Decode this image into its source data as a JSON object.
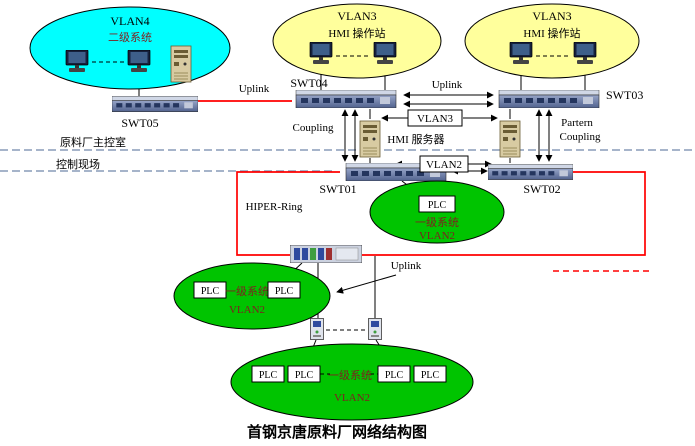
{
  "diagram_title": "首钢京唐原料厂网络结构图",
  "areas": {
    "main_control_room": "原料厂主控室",
    "control_site": "控制现场"
  },
  "zones": {
    "vlan4": {
      "name": "VLAN4",
      "system": "二级系统"
    },
    "hmi_mid": {
      "name": "VLAN3",
      "station": "HMI 操作站"
    },
    "hmi_right": {
      "name": "VLAN3",
      "station": "HMI 操作站"
    },
    "plc_mid": {
      "plc": "PLC",
      "system": "一级系统",
      "vlan": "VLAN2"
    },
    "plc_left": {
      "plc_a": "PLC",
      "plc_b": "PLC",
      "system": "一级系统",
      "vlan": "VLAN2"
    },
    "plc_bottom": {
      "plc_a": "PLC",
      "plc_b": "PLC",
      "plc_c": "PLC",
      "plc_d": "PLC",
      "system": "一级系统",
      "vlan": "VLAN2"
    }
  },
  "switches": {
    "swt01": "SWT01",
    "swt02": "SWT02",
    "swt03": "SWT03",
    "swt04": "SWT04",
    "swt05": "SWT05"
  },
  "labels": {
    "uplink_left": "Uplink",
    "uplink_right": "Uplink",
    "uplink_field": "Uplink",
    "coupling": "Coupling",
    "partern": "Partern",
    "partern_coupling": "Coupling",
    "vlan3_tag": "VLAN3",
    "vlan2_tag": "VLAN2",
    "hmi_server": "HMI 服务器",
    "hiper_ring": "HIPER-Ring"
  },
  "colors": {
    "vlan4_fill": "#00ffff",
    "vlan3_fill": "#ffff9c",
    "vlan2_fill": "#00c400",
    "ring_red": "#ff0000",
    "separator_blue": "#7088aa"
  }
}
